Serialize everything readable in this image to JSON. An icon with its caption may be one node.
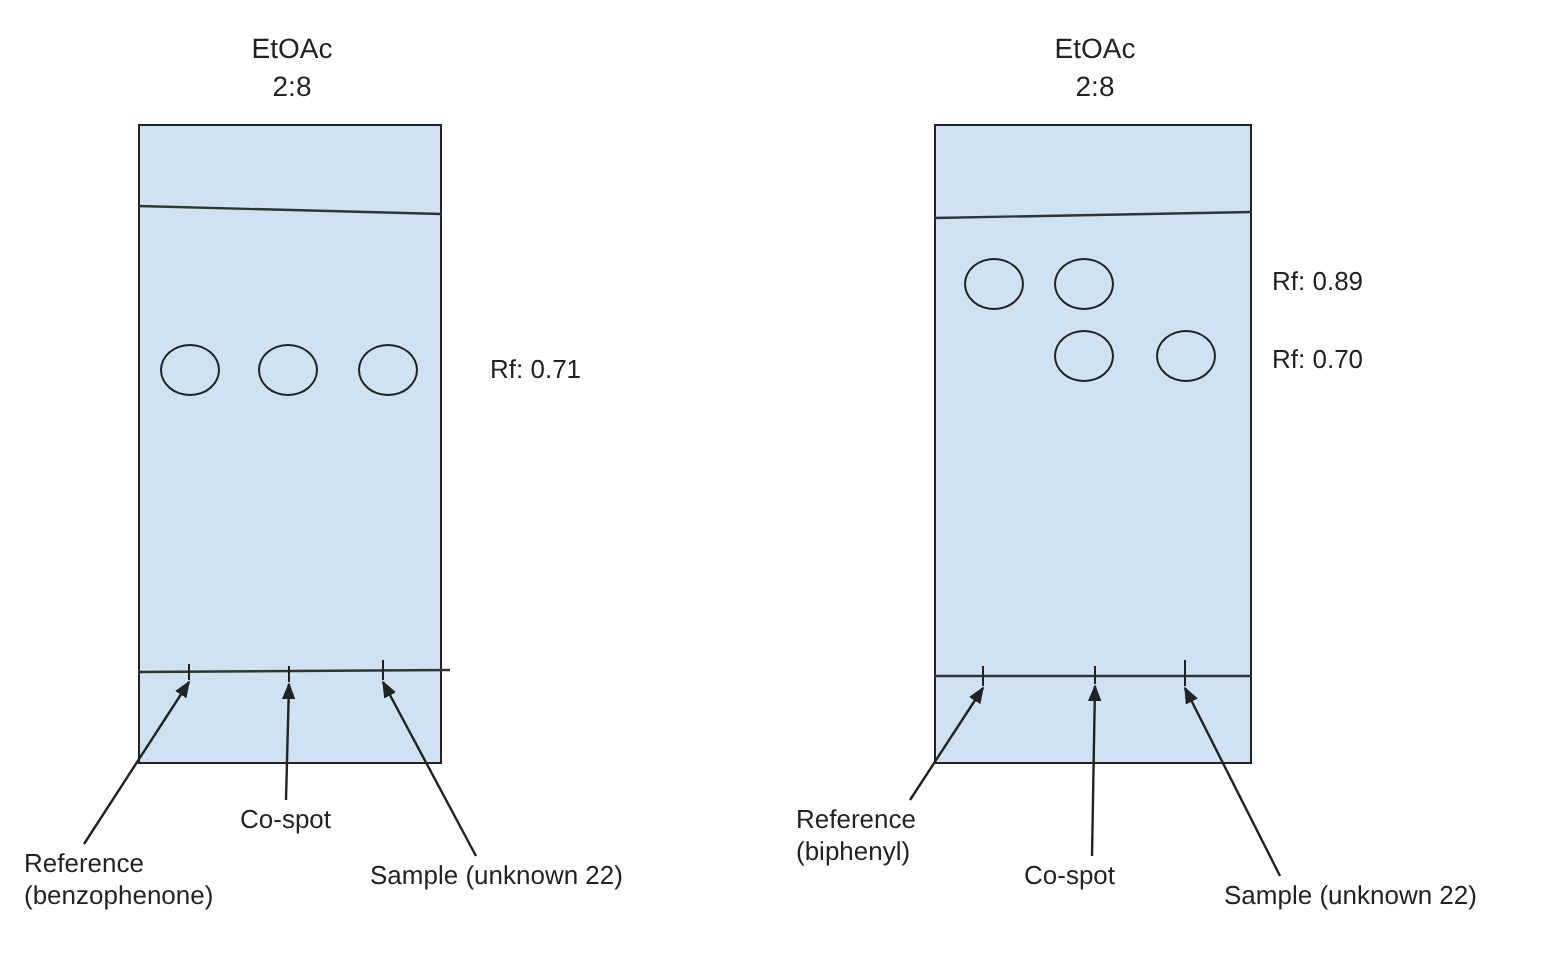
{
  "diagram": {
    "nodes": [
      {
        "text": [
          "EtOAc 2:8"
        ]
      },
      {
        "text": [],
        "shape": "circle",
        "in": 0
      },
      {
        "text": [],
        "shape": "circle",
        "in": 0
      },
      {
        "text": [],
        "shape": "circle",
        "in": 0
      },
      {
        "text": [],
        "shape": "bar",
        "in": 0
      },
      {
        "text": [],
        "shape": "bar",
        "in": 0
      },
      {
        "text": [],
        "shape": "bar",
        "in": 0
      },
      {
        "text": [
          "EtOAc 2:8"
        ]
      },
      {
        "text": [],
        "shape": "circle",
        "in": 7
      },
      {
        "text": [],
        "shape": "circle",
        "in": 7
      },
      {
        "text": [],
        "shape": "circle",
        "in": 7
      },
      {
        "text": [],
        "shape": "circle",
        "in": 7
      },
      {
        "text": [],
        "shape": "bar",
        "in": 7
      },
      {
        "text": [],
        "shape": "bar",
        "in": 7
      },
      {
        "text": [],
        "shape": "bar",
        "in": 7
      },
      {
        "text": [
          "Reference (benzophenone)"
        ]
      },
      {
        "text": [
          "Co-spot"
        ]
      },
      {
        "text": [
          "Sample (unknown 22)"
        ]
      },
      {
        "text": [
          "Reference (biphenyl)"
        ]
      },
      {
        "text": [
          "Co-spot"
        ]
      },
      {
        "text": [
          "Sample (unknown 22)"
        ]
      }
    ],
    "edges": [
      {
        "from": 15,
        "to": 4,
        "arrow": "to"
      },
      {
        "from": 16,
        "to": 5,
        "arrow": "to"
      },
      {
        "from": 17,
        "to": 6,
        "arrow": "to"
      },
      {
        "from": 18,
        "to": 12,
        "arrow": "to"
      },
      {
        "from": 19,
        "to": 13,
        "arrow": "to"
      },
      {
        "from": 20,
        "to": 14,
        "arrow": "to"
      }
    ],
    "labels": [
      "Rf: 0.71",
      "Rf: 0.89",
      "Rf: 0.70"
    ]
  }
}
